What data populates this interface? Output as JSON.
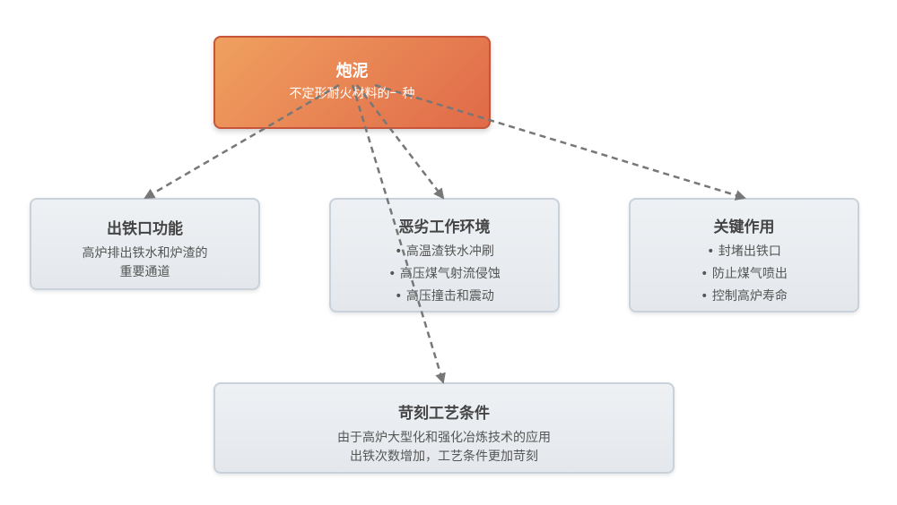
{
  "root": {
    "title": "炮泥",
    "text": "不定形耐火材料的一种"
  },
  "nodes": {
    "taphole": {
      "title": "出铁口功能",
      "text_lines": [
        "高炉排出铁水和炉渣的",
        "重要通道"
      ]
    },
    "harsh": {
      "title": "恶劣工作环境",
      "bullets": [
        "高温渣铁水冲刷",
        "高压煤气射流侵蚀",
        "高压撞击和震动"
      ]
    },
    "role": {
      "title": "关键作用",
      "bullets": [
        "封堵出铁口",
        "防止煤气喷出",
        "控制高炉寿命"
      ]
    },
    "strict": {
      "title": "苛刻工艺条件",
      "text_lines": [
        "由于高炉大型化和强化冶炼技术的应用",
        "出铁次数增加，工艺条件更加苛刻"
      ]
    }
  },
  "colors": {
    "root_gradient_start": "#f0a060",
    "root_gradient_end": "#e06a48",
    "node_fill": "#e8ecf0",
    "node_border": "#c9d2da",
    "edge": "#777777"
  }
}
